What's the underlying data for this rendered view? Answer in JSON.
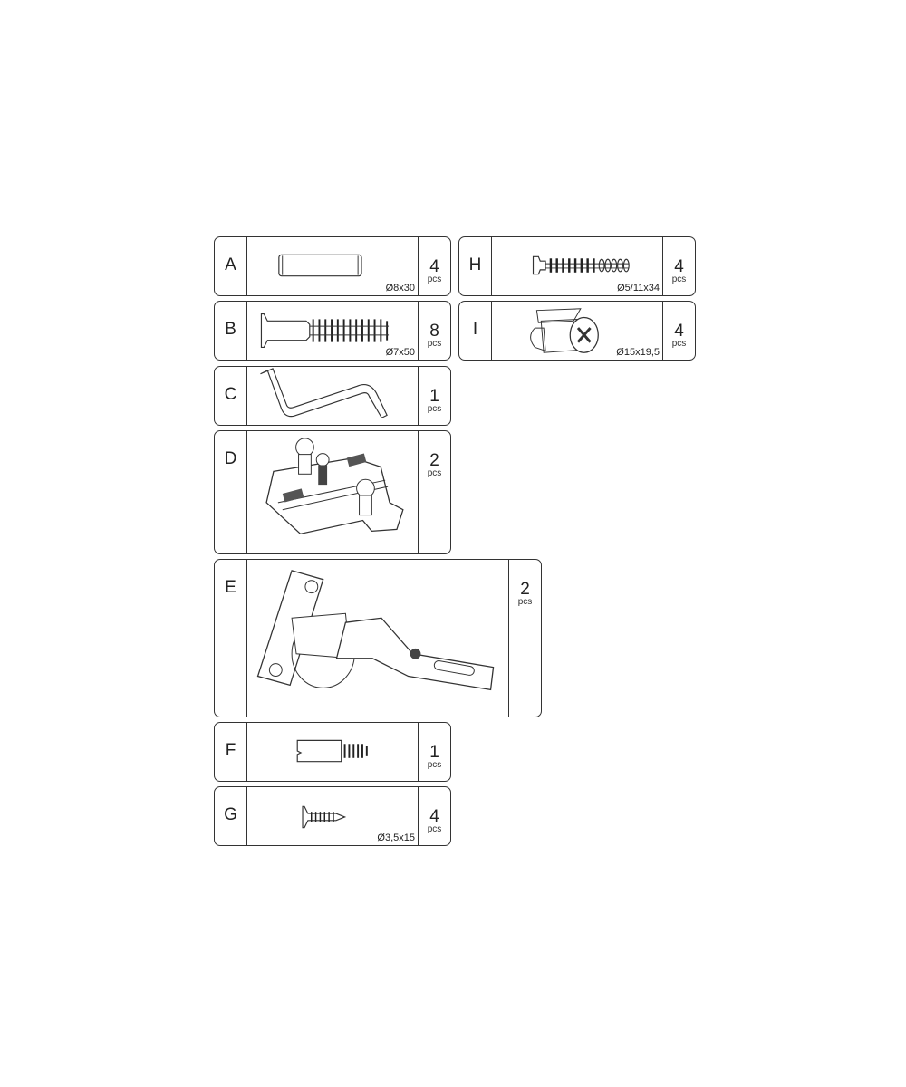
{
  "parts": [
    {
      "id": "A",
      "label": "A",
      "qty": "4",
      "unit": "pcs",
      "dimension": "Ø8x30",
      "icon": "dowel-icon"
    },
    {
      "id": "B",
      "label": "B",
      "qty": "8",
      "unit": "pcs",
      "dimension": "Ø7x50",
      "icon": "confirmat-screw-icon"
    },
    {
      "id": "C",
      "label": "C",
      "qty": "1",
      "unit": "pcs",
      "dimension": "",
      "icon": "hex-key-icon"
    },
    {
      "id": "D",
      "label": "D",
      "qty": "2",
      "unit": "pcs",
      "dimension": "",
      "icon": "hinge-mounting-plate-icon"
    },
    {
      "id": "E",
      "label": "E",
      "qty": "2",
      "unit": "pcs",
      "dimension": "",
      "icon": "concealed-hinge-icon"
    },
    {
      "id": "F",
      "label": "F",
      "qty": "1",
      "unit": "pcs",
      "dimension": "",
      "icon": "threaded-bolt-icon"
    },
    {
      "id": "G",
      "label": "G",
      "qty": "4",
      "unit": "pcs",
      "dimension": "Ø3,5x15",
      "icon": "wood-screw-icon"
    },
    {
      "id": "H",
      "label": "H",
      "qty": "4",
      "unit": "pcs",
      "dimension": "Ø5/11x34",
      "icon": "cam-bolt-icon"
    },
    {
      "id": "I",
      "label": "I",
      "qty": "4",
      "unit": "pcs",
      "dimension": "Ø15x19,5",
      "icon": "cam-lock-icon"
    }
  ]
}
